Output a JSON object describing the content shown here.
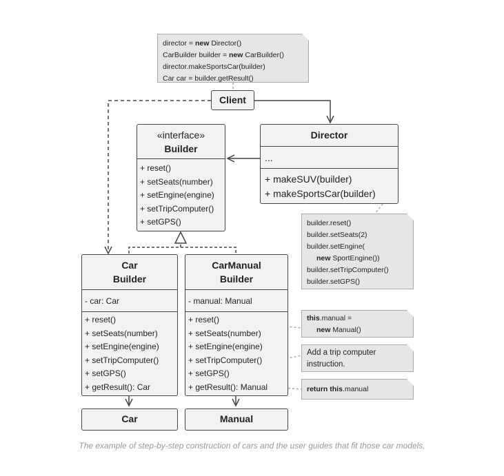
{
  "client": {
    "name": "Client"
  },
  "director": {
    "name": "Director",
    "fields": "...",
    "methods": [
      "+ makeSUV(builder)",
      "+ makeSportsCar(builder)"
    ]
  },
  "builder": {
    "stereotype": "«interface»",
    "name": "Builder",
    "methods": [
      "+ reset()",
      "+ setSeats(number)",
      "+ setEngine(engine)",
      "+ setTripComputer()",
      "+ setGPS()"
    ]
  },
  "car_builder": {
    "name_line1": "Car",
    "name_line2": "Builder",
    "field": "- car: Car",
    "methods": [
      "+ reset()",
      "+ setSeats(number)",
      "+ setEngine(engine)",
      "+ setTripComputer()",
      "+ setGPS()",
      "+ getResult(): Car"
    ]
  },
  "manual_builder": {
    "name_line1": "CarManual",
    "name_line2": "Builder",
    "field": "- manual: Manual",
    "methods": [
      "+ reset()",
      "+ setSeats(number)",
      "+ setEngine(engine)",
      "+ setTripComputer()",
      "+ setGPS()",
      "+ getResult(): Manual"
    ]
  },
  "car": {
    "name": "Car"
  },
  "manual": {
    "name": "Manual"
  },
  "notes": {
    "client_code": {
      "l1_pre": "director = ",
      "l1_kw": "new",
      "l1_post": " Director()",
      "l2_pre": "CarBuilder builder = ",
      "l2_kw": "new",
      "l2_post": " CarBuilder()",
      "l3": "director.makeSportsCar(builder)",
      "l4": "Car car = builder.getResult()"
    },
    "sports_car": {
      "l1": "builder.reset()",
      "l2": "builder.setSeats(2)",
      "l3": "builder.setEngine(",
      "l4_kw": "new",
      "l4_post": " SportEngine())",
      "l5": "builder.setTripComputer()",
      "l6": "builder.setGPS()"
    },
    "reset": {
      "l1_kw": "this",
      "l1_post": ".manual =",
      "l2_kw": "new",
      "l2_post": " Manual()"
    },
    "trip": {
      "l1": "Add a trip computer",
      "l2": "instruction."
    },
    "result": {
      "kw1": "return",
      "kw2": " this",
      "post": ".manual"
    }
  },
  "caption": "The example of step-by-step construction of cars and the user guides that fit those car models."
}
